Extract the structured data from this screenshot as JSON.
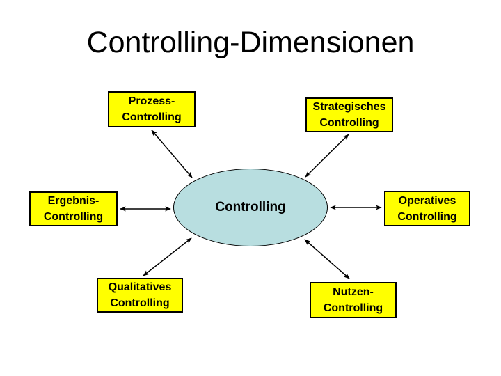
{
  "title": "Controlling-Dimensionen",
  "diagram": {
    "center": {
      "label": "Controlling"
    },
    "nodes": [
      {
        "id": "prozess-controlling",
        "label": "Prozess-\nControlling"
      },
      {
        "id": "strategisches-controlling",
        "label": "Strategisches\nControlling"
      },
      {
        "id": "ergebnis-controlling",
        "label": "Ergebnis-\nControlling"
      },
      {
        "id": "operatives-controlling",
        "label": "Operatives\nControlling"
      },
      {
        "id": "qualitatives-controlling",
        "label": "Qualitatives\nControlling"
      },
      {
        "id": "nutzen-controlling",
        "label": "Nutzen-\nControlling"
      }
    ],
    "connectors": "double-headed arrows between center and each node",
    "colors": {
      "background": "#FFFFFF",
      "node_fill": "#FFFF00",
      "center_fill": "#B8DEE0",
      "border": "#000000",
      "arrow": "#000000",
      "text": "#000000"
    }
  }
}
